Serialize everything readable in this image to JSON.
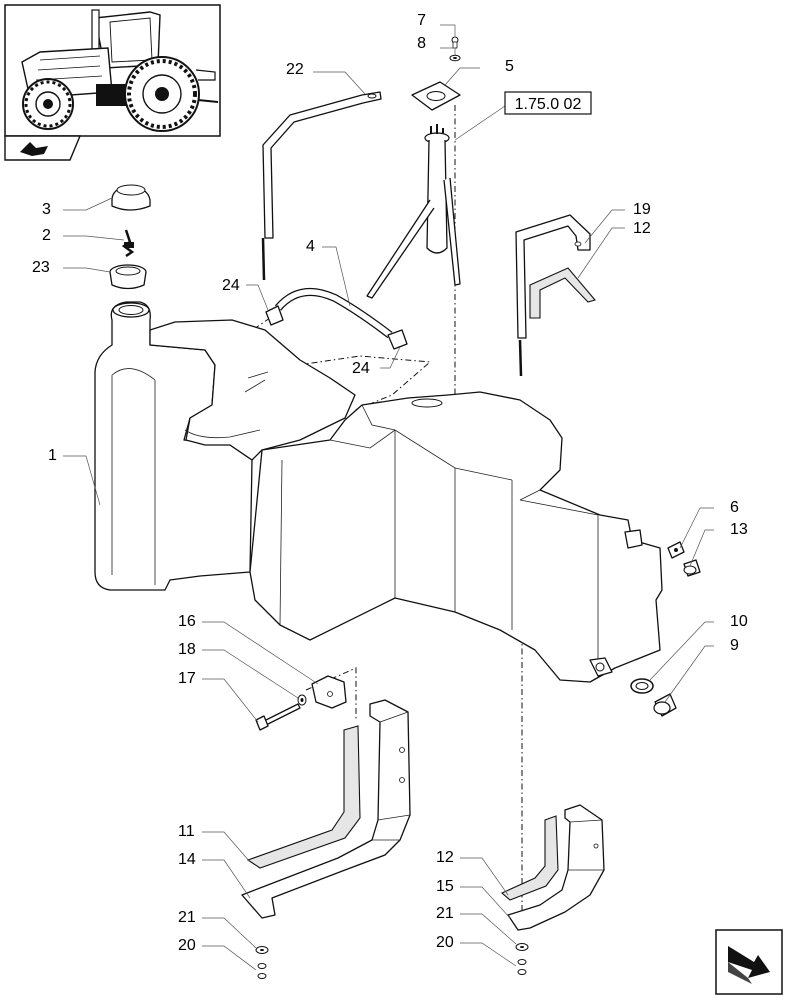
{
  "reference_box": "1.75.0 02",
  "callouts": [
    {
      "id": "c7",
      "text": "7"
    },
    {
      "id": "c8",
      "text": "8"
    },
    {
      "id": "c5",
      "text": "5"
    },
    {
      "id": "c22",
      "text": "22"
    },
    {
      "id": "c3",
      "text": "3"
    },
    {
      "id": "c2",
      "text": "2"
    },
    {
      "id": "c23",
      "text": "23"
    },
    {
      "id": "c24a",
      "text": "24"
    },
    {
      "id": "c4",
      "text": "4"
    },
    {
      "id": "c24b",
      "text": "24"
    },
    {
      "id": "c19",
      "text": "19"
    },
    {
      "id": "c12a",
      "text": "12"
    },
    {
      "id": "c1",
      "text": "1"
    },
    {
      "id": "c6",
      "text": "6"
    },
    {
      "id": "c13",
      "text": "13"
    },
    {
      "id": "c10",
      "text": "10"
    },
    {
      "id": "c9",
      "text": "9"
    },
    {
      "id": "c16",
      "text": "16"
    },
    {
      "id": "c18",
      "text": "18"
    },
    {
      "id": "c17",
      "text": "17"
    },
    {
      "id": "c11",
      "text": "11"
    },
    {
      "id": "c14",
      "text": "14"
    },
    {
      "id": "c21a",
      "text": "21"
    },
    {
      "id": "c20a",
      "text": "20"
    },
    {
      "id": "c12b",
      "text": "12"
    },
    {
      "id": "c15",
      "text": "15"
    },
    {
      "id": "c21b",
      "text": "21"
    },
    {
      "id": "c20b",
      "text": "20"
    }
  ],
  "icons": [
    "tractor-thumbnail-icon",
    "direction-arrow-icon",
    "navigation-arrow-icon"
  ]
}
